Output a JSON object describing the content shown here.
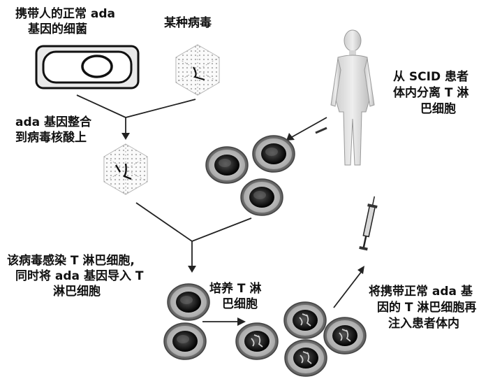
{
  "labels": {
    "bacteria": [
      "携带人的正常 ada",
      "基因的细菌"
    ],
    "virus": "某种病毒",
    "integrate": [
      "ada 基因整合",
      "到病毒核酸上"
    ],
    "isolate": [
      "从 SCID 患者",
      "体内分离 T 淋",
      "巴细胞"
    ],
    "infect": [
      "该病毒感染 T 淋巴细胞,",
      "同时将 ada 基因导入 T",
      "淋巴细胞"
    ],
    "culture": [
      "培养 T 淋",
      "巴细胞"
    ],
    "reinject": [
      "将携带正常 ada 基",
      "因的 T 淋巴细胞再",
      "注入患者体内"
    ]
  },
  "icons": {
    "bacterium": "bacterium-icon",
    "virus": "virus-icon",
    "recombinant_virus": "recombinant-virus-icon",
    "human": "human-silhouette-icon",
    "syringe": "syringe-icon",
    "t_cell": "t-lymphocyte-icon"
  }
}
